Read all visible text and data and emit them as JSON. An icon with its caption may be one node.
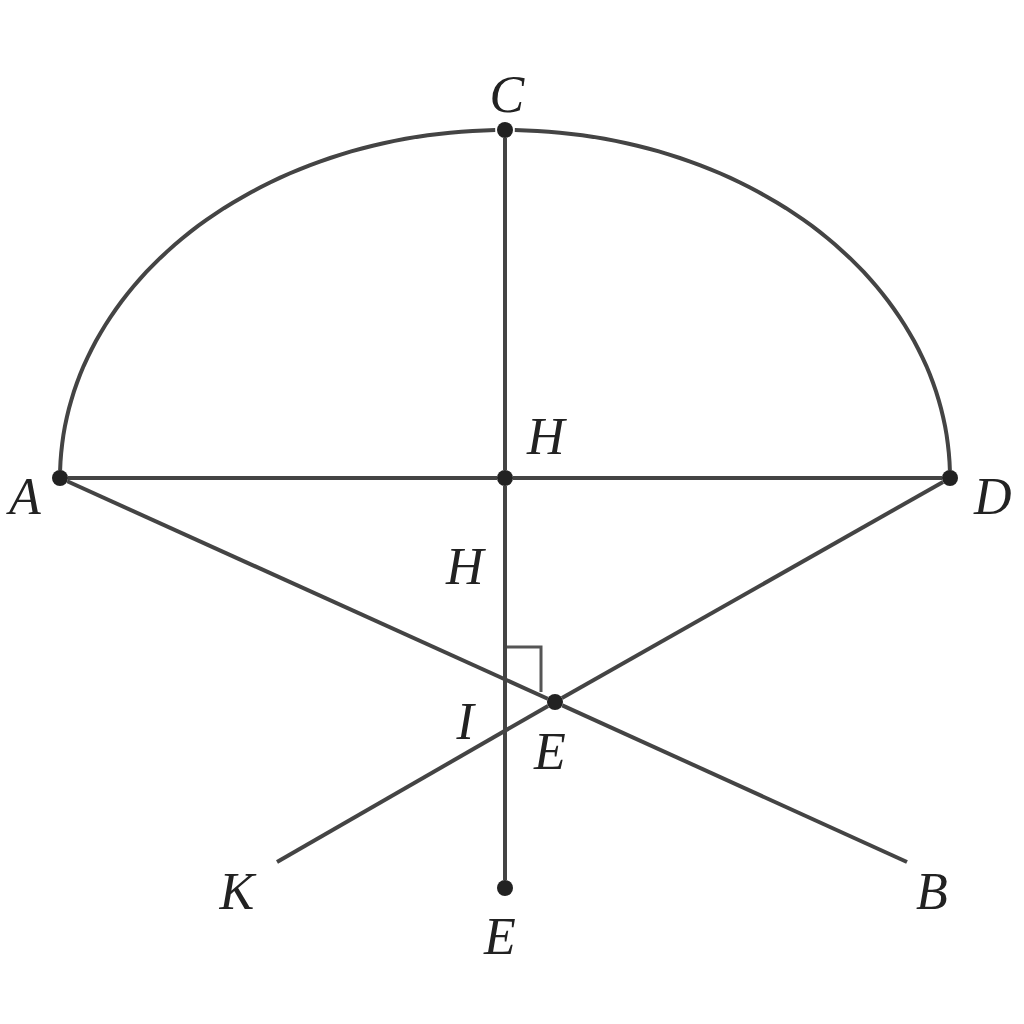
{
  "diagram": {
    "nodes": [
      {
        "text": [
          "C"
        ]
      },
      {
        "text": [
          "A"
        ]
      },
      {
        "text": [
          "H"
        ]
      },
      {
        "text": [
          "D"
        ]
      },
      {
        "text": [
          "E"
        ]
      },
      {
        "text": [
          "E"
        ]
      },
      {
        "text": [
          "K"
        ]
      },
      {
        "text": [
          "B"
        ]
      }
    ],
    "edges": [
      {
        "from": 0,
        "to": 2,
        "arrow": "none"
      },
      {
        "from": 2,
        "to": 5,
        "arrow": "none"
      },
      {
        "from": 1,
        "to": 2,
        "arrow": "none"
      },
      {
        "from": 2,
        "to": 3,
        "arrow": "none"
      },
      {
        "from": 1,
        "to": 4,
        "arrow": "none"
      },
      {
        "from": 4,
        "to": 7,
        "arrow": "none"
      },
      {
        "from": 3,
        "to": 4,
        "arrow": "none"
      },
      {
        "from": 4,
        "to": 6,
        "arrow": "none"
      },
      {
        "from": 1,
        "to": 0,
        "arrow": "none"
      },
      {
        "from": 0,
        "to": 3,
        "arrow": "none"
      }
    ],
    "labels": [
      "H",
      "I"
    ]
  }
}
